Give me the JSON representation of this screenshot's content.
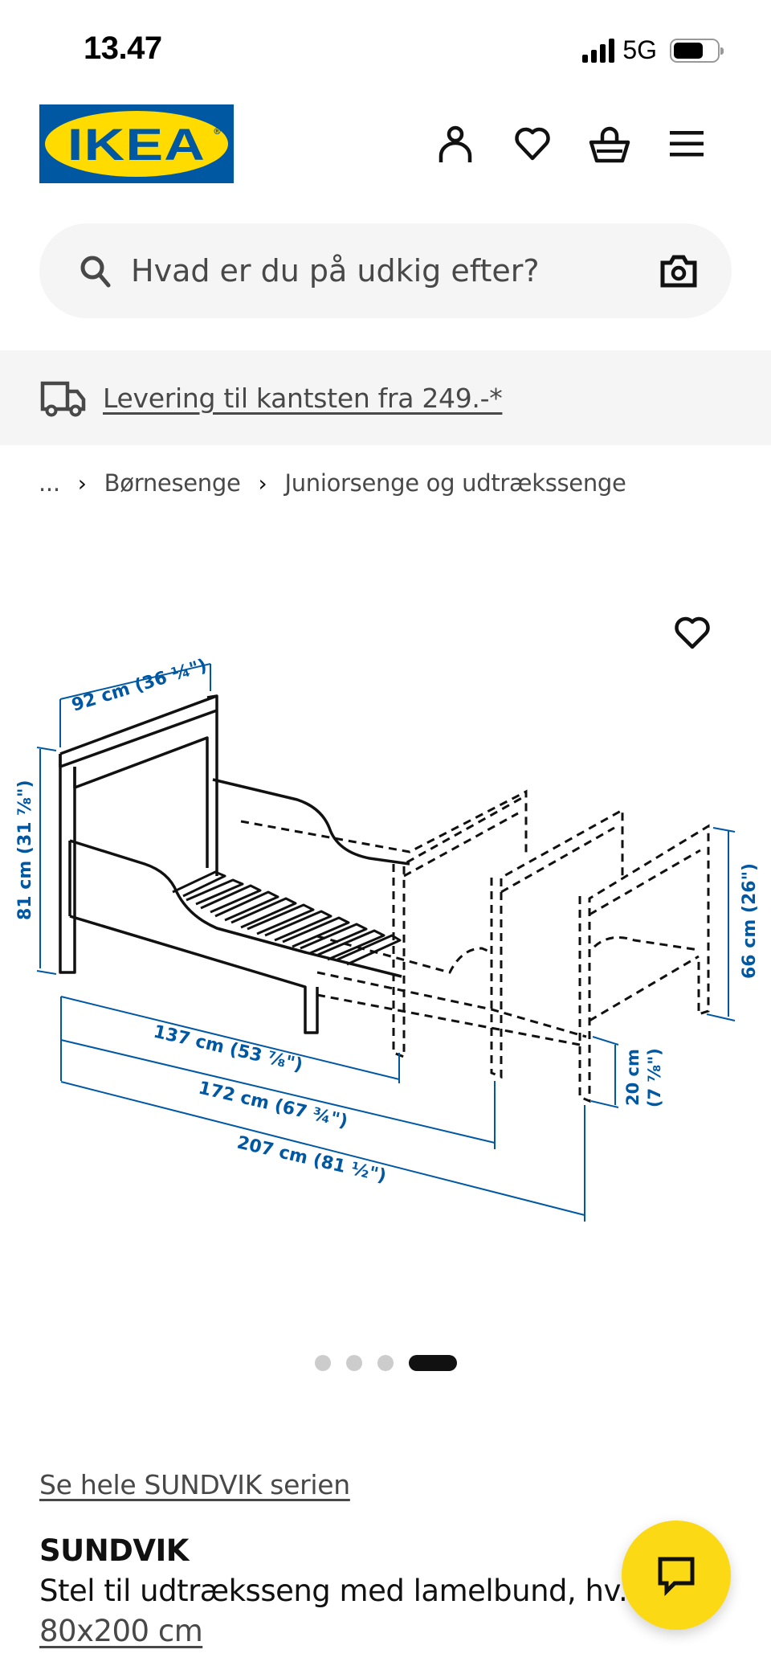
{
  "status_bar": {
    "time": "13.47",
    "network": "5G",
    "icons": [
      "signal-icon",
      "battery-icon"
    ]
  },
  "header": {
    "logo_text": "IKEA",
    "logo_colors": {
      "blue": "#0058a3",
      "yellow": "#ffdb00"
    },
    "icons": [
      "user-icon",
      "heart-icon",
      "basket-icon",
      "menu-icon"
    ]
  },
  "search": {
    "placeholder": "Hvad er du på udkig efter?",
    "value": "",
    "icons": [
      "search-icon",
      "camera-icon"
    ]
  },
  "banner": {
    "icon": "truck-icon",
    "link_text": "Levering til kantsten fra 249.-*"
  },
  "breadcrumb": {
    "items": [
      "...",
      "Børnesenge",
      "Juniorsenge og udtrækssenge"
    ]
  },
  "product_image": {
    "alt": "SUNDVIK bed dimension drawing",
    "dimensions": {
      "width": "92 cm (36 ¼\")",
      "height": "81 cm (31 ⅞\")",
      "length_min": "137 cm (53 ⅞\")",
      "length_mid": "172 cm (67 ¾\")",
      "length_max": "207 cm (81 ½\")",
      "footboard_height": "66 cm (26\")",
      "leg_height_cm": "20 cm",
      "leg_height_in": "(7 ⅞\")"
    },
    "dim_color": "#0058a3",
    "carousel": {
      "count": 4,
      "active_index": 3
    }
  },
  "product": {
    "series_link": "Se hele SUNDVIK serien",
    "name": "SUNDVIK",
    "description": "Stel til udtræksseng med lamelbund, hv...",
    "size": "80x200 cm"
  },
  "chat": {
    "icon": "chat-icon",
    "color": "#fbd914"
  }
}
